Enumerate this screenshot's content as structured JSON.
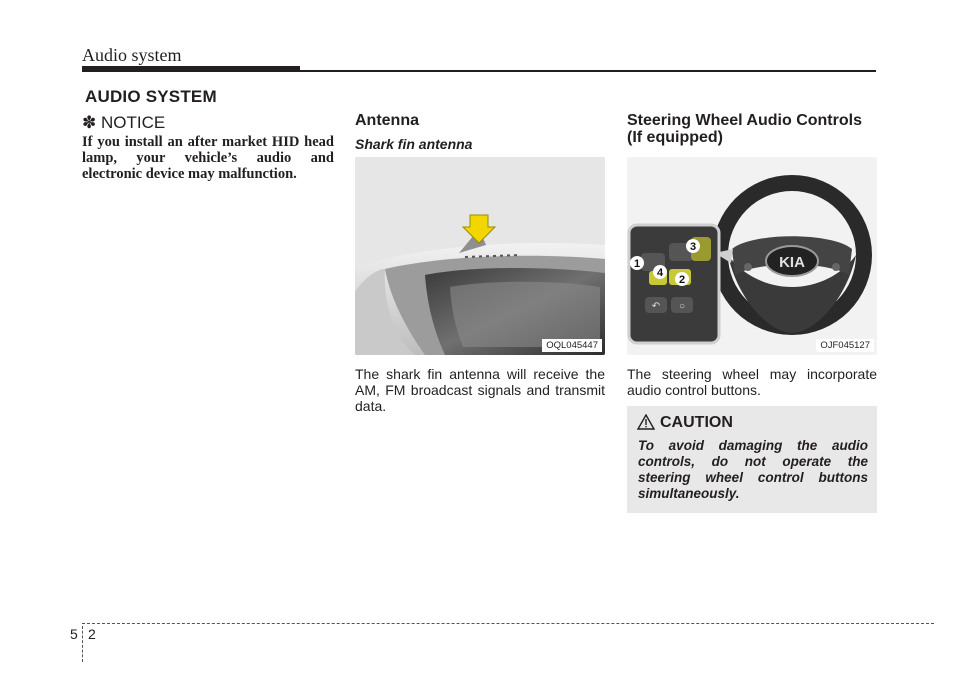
{
  "header": {
    "title": "Audio system"
  },
  "section_title": "AUDIO SYSTEM",
  "notice": {
    "title": "✽ NOTICE",
    "body": "If you install an after market HID head lamp, your vehicle’s audio and electronic device may malfunction."
  },
  "antenna": {
    "title": "Antenna",
    "subtitle": "Shark fin antenna",
    "figure_code": "OQL045447",
    "body": "The shark fin antenna will receive the AM, FM broadcast signals and transmit data."
  },
  "steering": {
    "title_line1": "Steering Wheel Audio Controls",
    "title_line2": "(If equipped)",
    "figure_code": "OJF045127",
    "callouts": [
      "1",
      "2",
      "3",
      "4"
    ],
    "logo": "KIA",
    "body": "The steering wheel may incorporate audio control buttons."
  },
  "caution": {
    "title": "CAUTION",
    "body": "To avoid damaging the audio controls, do not operate the steering wheel control buttons simultaneously."
  },
  "footer": {
    "chapter": "5",
    "page": "2"
  }
}
